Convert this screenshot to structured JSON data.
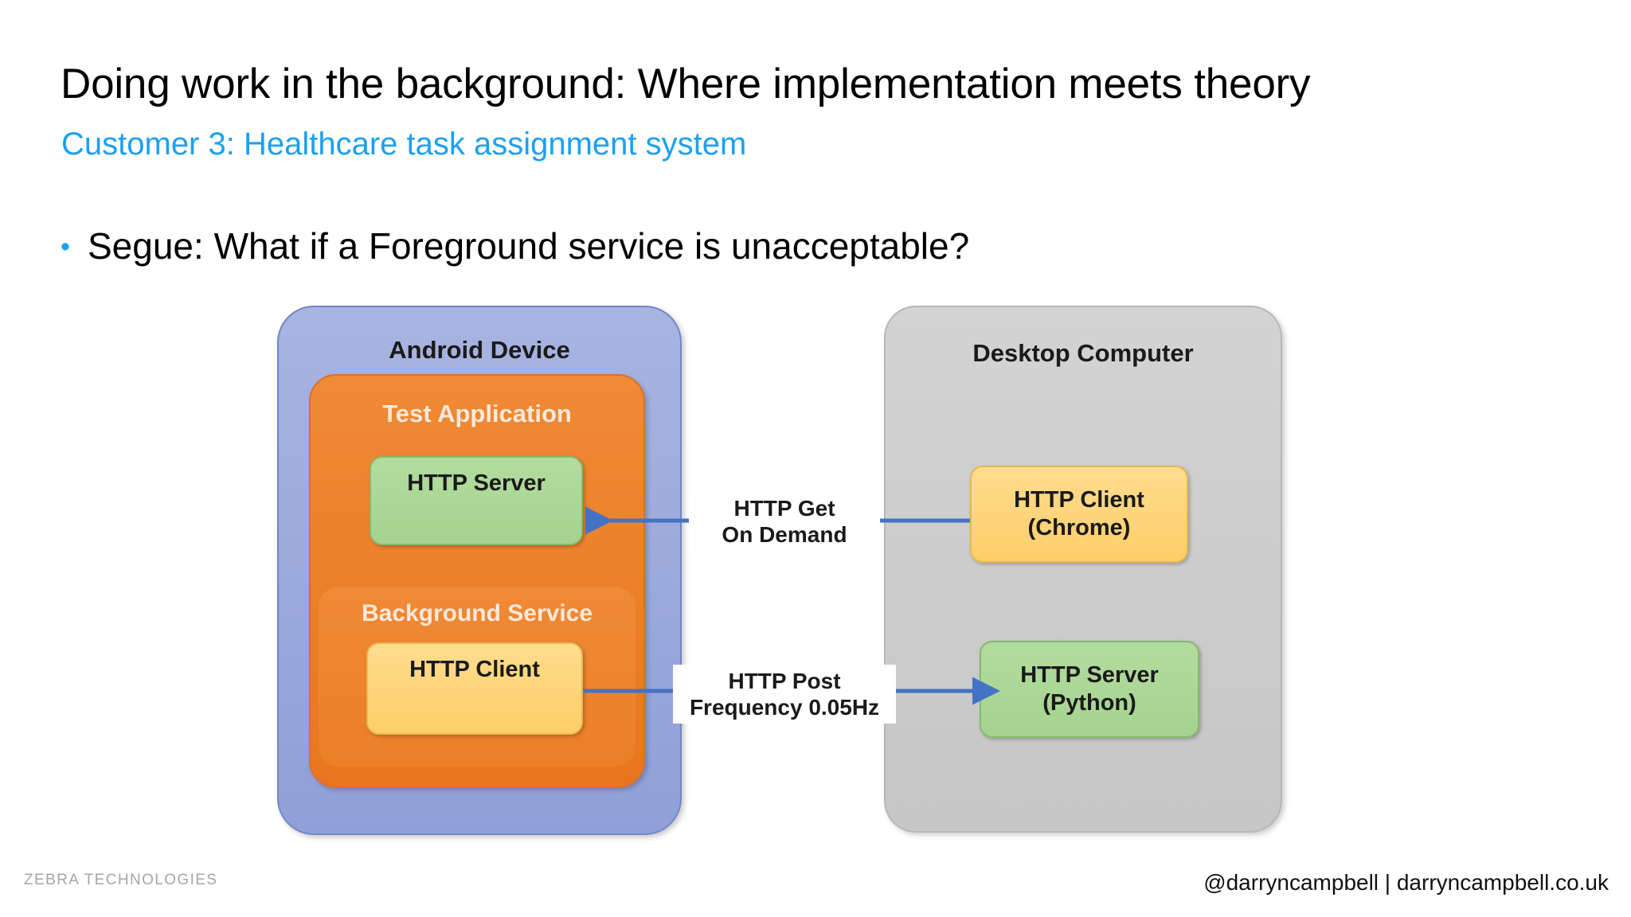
{
  "slide": {
    "title": "Doing work in the background: Where implementation meets theory",
    "subtitle": "Customer 3: Healthcare task assignment system",
    "bullet_marker": "•",
    "bullet_text": "Segue: What if a Foreground service is unacceptable?"
  },
  "diagram": {
    "android_device": {
      "label": "Android Device",
      "color": "#95A5DB"
    },
    "test_application": {
      "label": "Test Application",
      "color": "#ED7D31"
    },
    "android_http_server": {
      "label": "HTTP Server",
      "color": "#A9D18E"
    },
    "background_service": {
      "label": "Background Service",
      "color": "#ED7D31"
    },
    "android_http_client": {
      "label": "HTTP Client",
      "color": "#FFD465"
    },
    "desktop_computer": {
      "label": "Desktop Computer",
      "color": "#CCCCCC"
    },
    "desktop_http_client": {
      "line1": "HTTP Client",
      "line2": "(Chrome)",
      "color": "#FFD465"
    },
    "desktop_http_server": {
      "line1": "HTTP Server",
      "line2": "(Python)",
      "color": "#A9D18E"
    },
    "arrows": [
      {
        "name": "http-get-arrow",
        "direction": "right-to-left",
        "line1": "HTTP Get",
        "line2": "On Demand",
        "color": "#4472C4"
      },
      {
        "name": "http-post-arrow",
        "direction": "left-to-right",
        "line1": "HTTP Post",
        "line2": "Frequency 0.05Hz",
        "color": "#4472C4"
      }
    ]
  },
  "footer": {
    "brand": "ZEBRA TECHNOLOGIES",
    "credit": "@darryncampbell | darryncampbell.co.uk"
  }
}
